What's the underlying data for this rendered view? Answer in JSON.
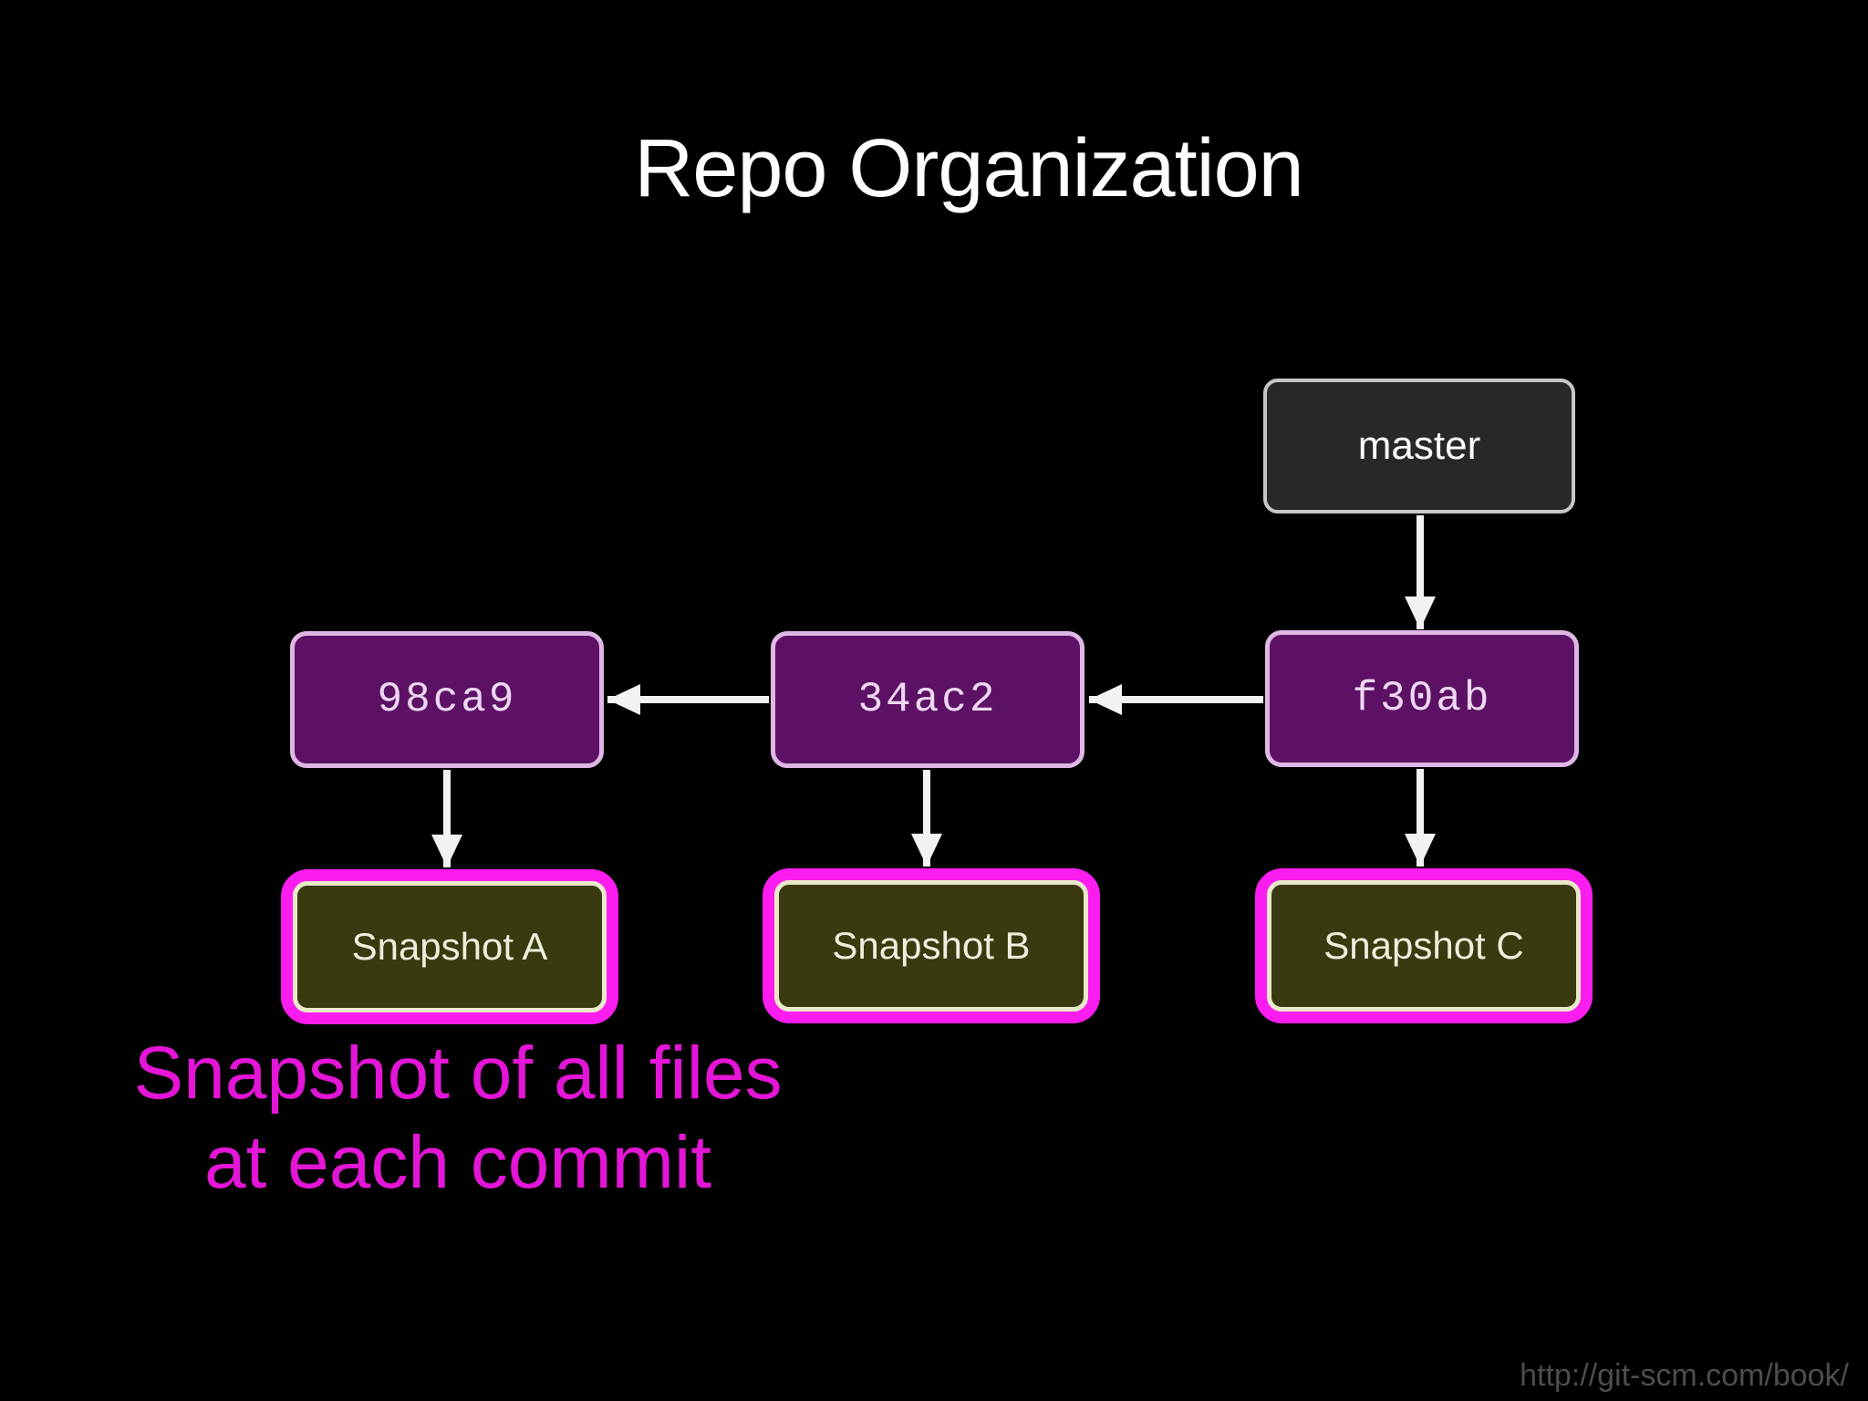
{
  "title": "Repo Organization",
  "footer_url": "http://git-scm.com/book/",
  "annotation": {
    "line1": "Snapshot of all files",
    "line2": "at each commit"
  },
  "diagram": {
    "branch_label": "master",
    "commits": [
      {
        "id": "98ca9"
      },
      {
        "id": "34ac2"
      },
      {
        "id": "f30ab"
      }
    ],
    "snapshots": [
      {
        "label": "Snapshot A"
      },
      {
        "label": "Snapshot B"
      },
      {
        "label": "Snapshot C"
      }
    ],
    "edges": [
      {
        "from": "master",
        "to": "f30ab"
      },
      {
        "from": "f30ab",
        "to": "34ac2"
      },
      {
        "from": "34ac2",
        "to": "98ca9"
      },
      {
        "from": "98ca9",
        "to": "Snapshot A"
      },
      {
        "from": "34ac2",
        "to": "Snapshot B"
      },
      {
        "from": "f30ab",
        "to": "Snapshot C"
      }
    ]
  },
  "colors": {
    "background": "#000000",
    "title_text": "#ffffff",
    "commit_fill": "#5c1164",
    "commit_border": "#deb7e4",
    "commit_text": "#eed7f3",
    "branch_fill": "#2b2627",
    "branch_border": "#c6c6c6",
    "branch_text": "#ffffff",
    "snapshot_fill": "#3a3a10",
    "snapshot_border": "#e9e9c9",
    "snapshot_text": "#eeeedd",
    "highlight_magenta": "#fb1cf0",
    "annotation_text": "#e315d6",
    "arrow": "#f2f2f2",
    "footer_text": "#4d4d4d"
  }
}
